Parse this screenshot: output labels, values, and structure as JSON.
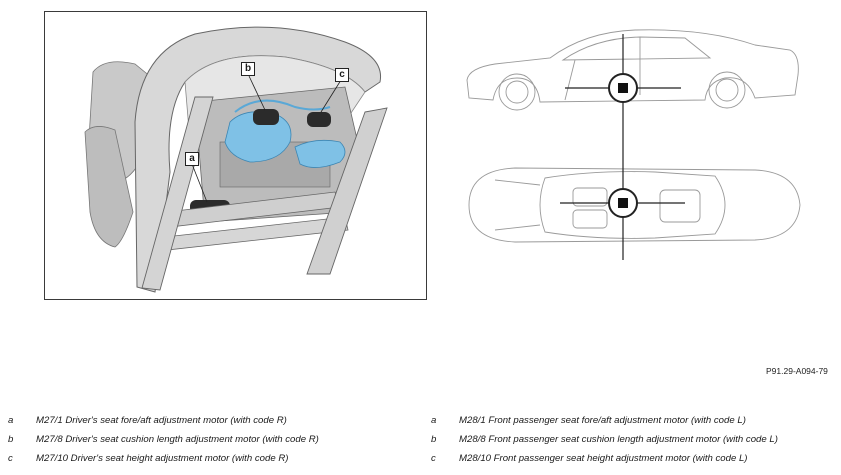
{
  "figure_ref": "P91.29-A094-79",
  "callouts": {
    "a": "a",
    "b": "b",
    "c": "c"
  },
  "legend_left": [
    {
      "key": "a",
      "text": "M27/1 Driver's seat fore/aft adjustment motor (with code R)"
    },
    {
      "key": "b",
      "text": "M27/8 Driver's seat cushion length adjustment motor (with code R)"
    },
    {
      "key": "c",
      "text": "M27/10 Driver's seat height adjustment motor (with code R)"
    }
  ],
  "legend_right": [
    {
      "key": "a",
      "text": "M28/1 Front passenger seat fore/aft adjustment motor (with code L)"
    },
    {
      "key": "b",
      "text": "M28/8 Front passenger seat cushion length adjustment motor (with code L)"
    },
    {
      "key": "c",
      "text": "M28/10 Front passenger seat height adjustment motor (with code L)"
    }
  ],
  "colors": {
    "harness": "#7fc1e6",
    "frame": "#d2d2d2",
    "motor": "#2b2b2b",
    "line": "#555555"
  }
}
